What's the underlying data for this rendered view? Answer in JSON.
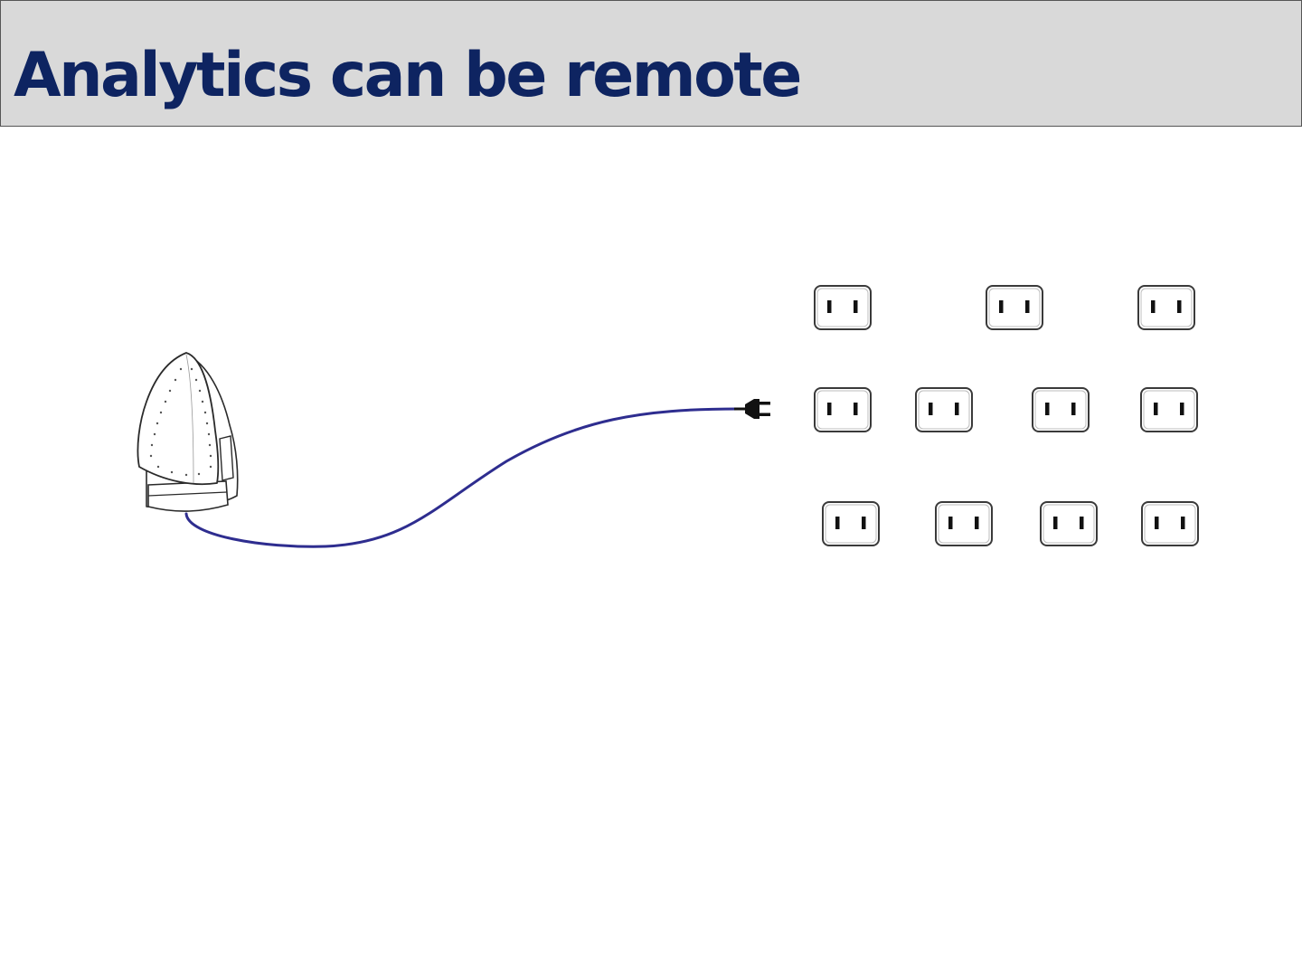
{
  "slide": {
    "title": "Analytics can be remote"
  },
  "colors": {
    "title_text": "#0e2461",
    "title_background": "#d9d9d9",
    "cord": "#2e2d8f",
    "plug": "#111111",
    "outlet_border": "#3a3a3a"
  },
  "icons": {
    "appliance": "iron-icon",
    "plug": "plug-icon",
    "socket": "outlet-icon"
  },
  "outlets": {
    "row_counts": [
      3,
      4,
      4
    ]
  }
}
